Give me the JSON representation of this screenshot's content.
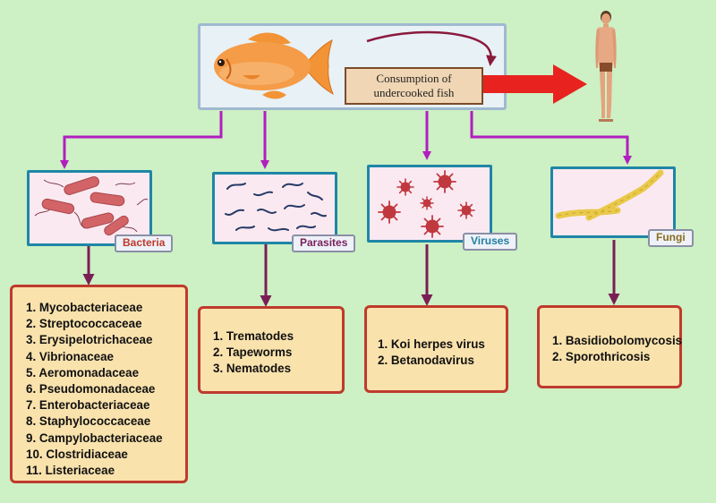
{
  "central": {
    "label": "Consumption of undercooked fish"
  },
  "categories": [
    {
      "name": "Bacteria",
      "tag_color": "#c0392b",
      "items": [
        "1. Mycobacteriaceae",
        "2. Streptococcaceae",
        "3. Erysipelotrichaceae",
        "4. Vibrionaceae",
        "5. Aeromonadaceae",
        "6. Pseudomonadaceae",
        "7. Enterobacteriaceae",
        "8. Staphylococcaceae",
        "9. Campylobacteriaceae",
        "10. Clostridiaceae",
        "11. Listeriaceae"
      ]
    },
    {
      "name": "Parasites",
      "tag_color": "#7a1f5c",
      "items": [
        "1. Trematodes",
        "2. Tapeworms",
        "3. Nematodes"
      ]
    },
    {
      "name": "Viruses",
      "tag_color": "#1f7fa0",
      "items": [
        "1. Koi herpes virus",
        "2. Betanodavirus"
      ]
    },
    {
      "name": "Fungi",
      "tag_color": "#8a6d1f",
      "items": [
        "1. Basidiobolomycosis",
        "2. Sporothricosis"
      ]
    }
  ],
  "colors": {
    "background": "#cdf0c4",
    "connector": "#b11ebf",
    "down_arrow": "#7a1f55",
    "big_arrow": "#e8231f",
    "panel_border": "#1f86a6",
    "list_border": "#bf3a2e",
    "list_fill": "#f9e2ac"
  },
  "icons": [
    "fish-icon",
    "human-figure-icon",
    "bacteria-rods-icon",
    "parasite-worms-icon",
    "virus-particles-icon",
    "fungal-hyphae-icon"
  ]
}
